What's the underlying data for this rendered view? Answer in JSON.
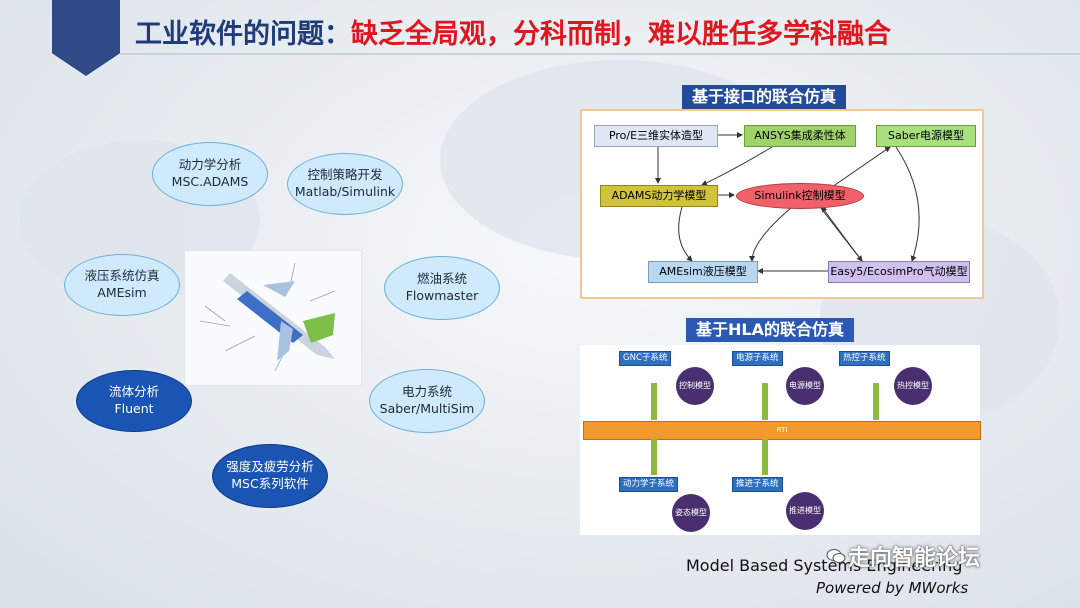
{
  "title": {
    "part1": "工业软件的问题：",
    "part2": "缺乏全局观，分科而制，难以胜任多学科融合"
  },
  "bubbles": [
    {
      "line1": "动力学分析",
      "line2": "MSC.ADAMS"
    },
    {
      "line1": "控制策略开发",
      "line2": "Matlab/Simulink"
    },
    {
      "line1": "液压系统仿真",
      "line2": "AMEsim"
    },
    {
      "line1": "燃油系统",
      "line2": "Flowmaster"
    },
    {
      "line1": "流体分析",
      "line2": "Fluent"
    },
    {
      "line1": "电力系统",
      "line2": "Saber/MultiSim"
    },
    {
      "line1": "强度及疲劳分析",
      "line2": "MSC系列软件"
    }
  ],
  "panel1": {
    "title": "基于接口的联合仿真",
    "nodes": {
      "proe": "Pro/E三维实体造型",
      "ansys": "ANSYS集成柔性体",
      "saber": "Saber电源模型",
      "adams": "ADAMS动力学模型",
      "simulink": "Simulink控制模型",
      "amesim": "AMEsim液压模型",
      "easy5": "Easy5/EcosimPro气动模型"
    }
  },
  "panel2": {
    "title": "基于HLA的联合仿真",
    "rti_label": "RTI",
    "top_feds": [
      "GNC子系统",
      "电源子系统",
      "热控子系统"
    ],
    "top_circles": [
      "控制模型",
      "电源模型",
      "热控模型"
    ],
    "bottom_feds": [
      "动力学子系统",
      "推进子系统"
    ],
    "bottom_circles": [
      "姿态模型",
      "推进模型"
    ]
  },
  "footer": {
    "line1": "Model Based Systems Engineering",
    "line2": "Powered by MWorks"
  },
  "watermark": "走向智能论坛",
  "colors": {
    "title_blue": "#1f3b7a",
    "title_red": "#e0151e",
    "bubble_light": "#cfeafb",
    "bubble_dark": "#1a55b3",
    "rti_orange": "#f39a2e"
  }
}
